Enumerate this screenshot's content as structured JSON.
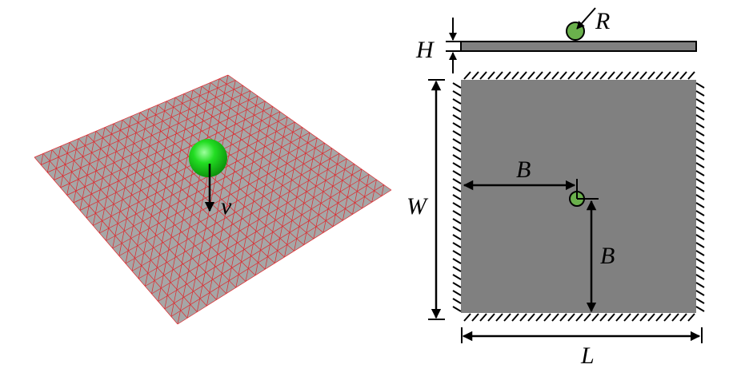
{
  "colors": {
    "mesh_fill": "#a6a6a6",
    "mesh_line": "#e0262b",
    "sphere": "#22cc22",
    "ball": "#6ab04c",
    "plate": "#808080"
  },
  "left_panel": {
    "velocity_label": "v"
  },
  "right_panel": {
    "radius_label": "R",
    "thickness_label": "H",
    "width_label": "W",
    "offset_label_x": "B",
    "offset_label_y": "B",
    "length_label": "L"
  }
}
